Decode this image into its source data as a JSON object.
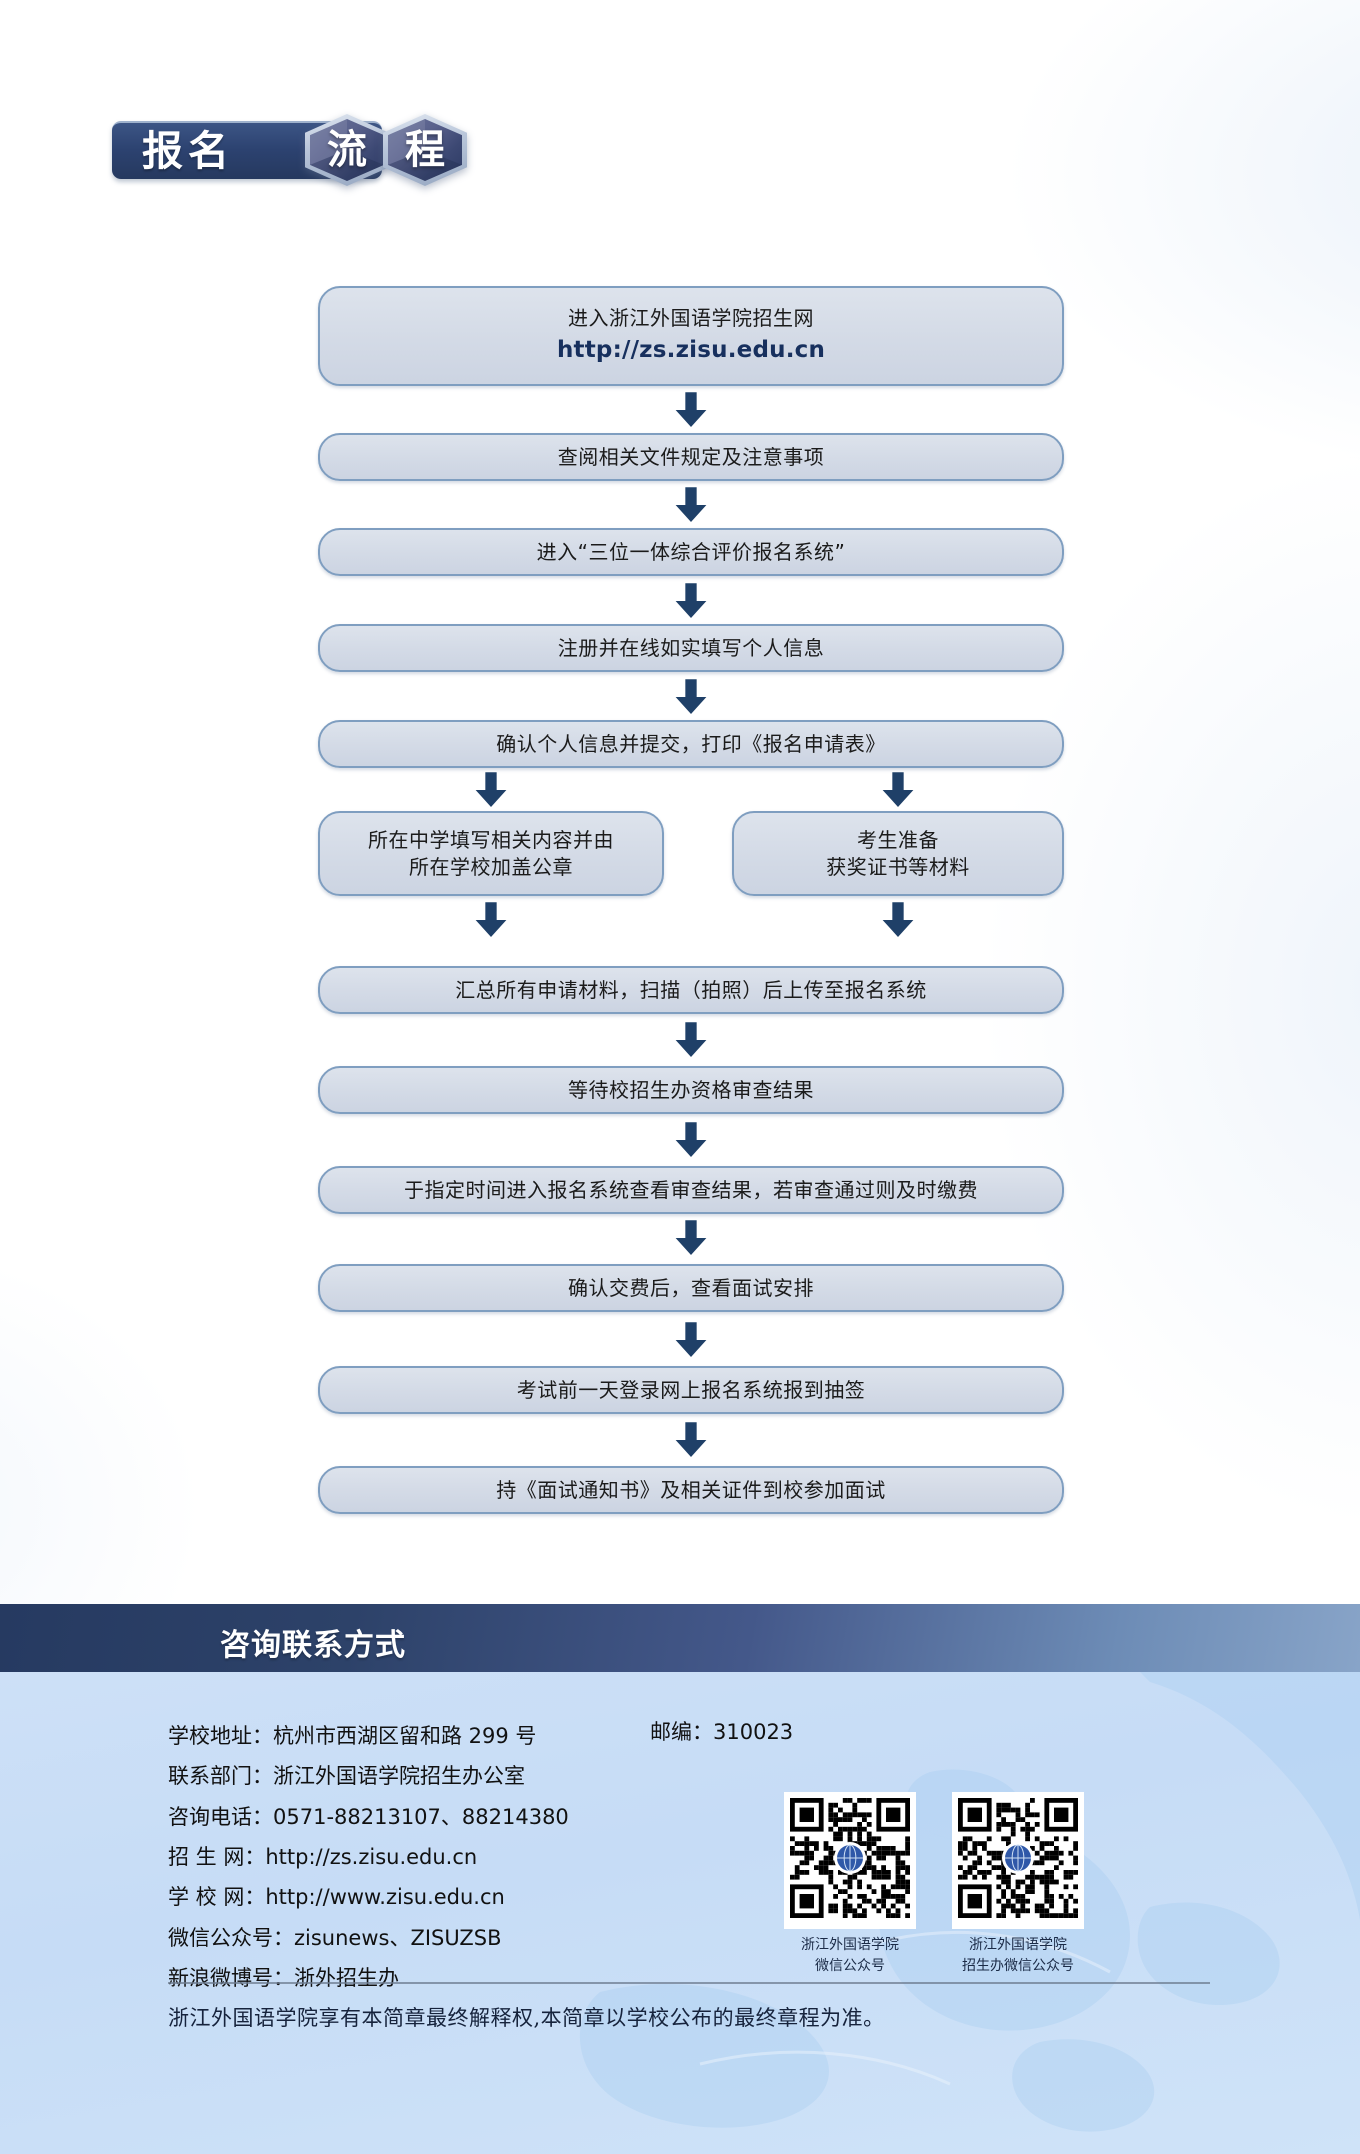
{
  "title": {
    "plate_text": "报名",
    "hex_chars": [
      "流",
      "程"
    ]
  },
  "flow": {
    "steps": [
      {
        "id": "visit-site",
        "text": "进入浙江外国语学院招生网",
        "url": "http://zs.zisu.edu.cn"
      },
      {
        "id": "read-docs",
        "text": "查阅相关文件规定及注意事项"
      },
      {
        "id": "enter-system",
        "text": "进入“三位一体综合评价报名系统”"
      },
      {
        "id": "register",
        "text": "注册并在线如实填写个人信息"
      },
      {
        "id": "confirm-print",
        "text": "确认个人信息并提交，打印《报名申请表》"
      },
      {
        "id": "school-seal",
        "text": "所在中学填写相关内容并由\n所在学校加盖公章"
      },
      {
        "id": "prepare-materials",
        "text": "考生准备\n获奖证书等材料"
      },
      {
        "id": "upload-materials",
        "text": "汇总所有申请材料，扫描（拍照）后上传至报名系统"
      },
      {
        "id": "wait-review",
        "text": "等待校招生办资格审查结果"
      },
      {
        "id": "check-pay",
        "text": "于指定时间进入报名系统查看审查结果，若审查通过则及时缴费"
      },
      {
        "id": "view-interview",
        "text": "确认交费后，查看面试安排"
      },
      {
        "id": "draw-lots",
        "text": "考试前一天登录网上报名系统报到抽签"
      },
      {
        "id": "attend-interview",
        "text": "持《面试通知书》及相关证件到校参加面试"
      }
    ]
  },
  "contact": {
    "header": "咨询联系方式",
    "rows": [
      {
        "label": "学校地址：",
        "value": "杭州市西湖区留和路 299 号"
      },
      {
        "label": "联系部门：",
        "value": "浙江外国语学院招生办公室"
      },
      {
        "label": "咨询电话：",
        "value": "0571-88213107、88214380"
      },
      {
        "label": "招 生 网：",
        "value": "http://zs.zisu.edu.cn"
      },
      {
        "label": "学 校 网：",
        "value": "http://www.zisu.edu.cn"
      },
      {
        "label": "微信公众号：",
        "value": "zisunews、ZISUZSB"
      },
      {
        "label": "新浪微博号：",
        "value": "浙外招生办"
      }
    ],
    "postcode_label": "邮编：",
    "postcode_value": "310023",
    "qr_codes": [
      {
        "line1": "浙江外国语学院",
        "line2": "微信公众号"
      },
      {
        "line1": "浙江外国语学院",
        "line2": "招生办微信公众号"
      }
    ],
    "disclaimer": "浙江外国语学院享有本简章最终解释权,本简章以学校公布的最终章程为准。"
  },
  "colors": {
    "title_plate": "#2c4270",
    "hex_fill": "#49538a",
    "box_fill": "#d3dae6",
    "box_border": "#7f9ec0",
    "arrow": "#1f4068",
    "footer_header_from": "#283c63",
    "footer_header_to": "#7e9dc4",
    "footer_body": "#c8ddf5",
    "url_text": "#17305e"
  }
}
